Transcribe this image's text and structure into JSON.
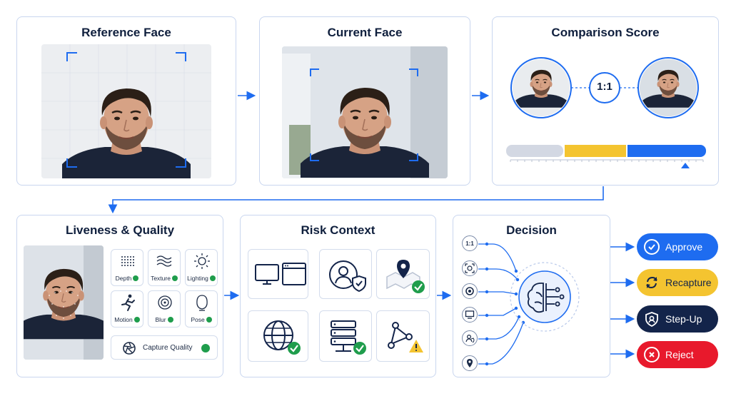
{
  "panels": {
    "reference": {
      "title": "Reference Face"
    },
    "current": {
      "title": "Current Face"
    },
    "comparison": {
      "title": "Comparison Score",
      "match_label": "1:1"
    },
    "liveness": {
      "title": "Liveness & Quality",
      "checks": [
        {
          "label": "Depth",
          "icon": "depth-dots-icon",
          "status": "pass"
        },
        {
          "label": "Texture",
          "icon": "texture-waves-icon",
          "status": "pass"
        },
        {
          "label": "Lighting",
          "icon": "sun-icon",
          "status": "pass"
        },
        {
          "label": "Motion",
          "icon": "running-person-icon",
          "status": "pass"
        },
        {
          "label": "Blur",
          "icon": "blur-focus-icon",
          "status": "pass"
        },
        {
          "label": "Pose",
          "icon": "head-pose-icon",
          "status": "pass"
        }
      ],
      "capture_quality_label": "Capture Quality",
      "capture_quality_status": "good"
    },
    "risk": {
      "title": "Risk Context",
      "tiles": [
        {
          "icon": "devices-icon",
          "status": "none"
        },
        {
          "icon": "user-shield-icon",
          "status": "none"
        },
        {
          "icon": "map-location-icon",
          "status": "pass"
        },
        {
          "icon": "globe-icon",
          "status": "pass"
        },
        {
          "icon": "server-icon",
          "status": "pass"
        },
        {
          "icon": "network-graph-icon",
          "status": "warning"
        }
      ]
    },
    "decision": {
      "title": "Decision",
      "inputs": [
        {
          "label": "1:1",
          "icon": "match-icon"
        },
        {
          "label": "",
          "icon": "face-scan-icon"
        },
        {
          "label": "",
          "icon": "camera-aperture-icon"
        },
        {
          "label": "",
          "icon": "monitor-icon"
        },
        {
          "label": "",
          "icon": "user-shield-icon"
        },
        {
          "label": "",
          "icon": "location-pin-icon"
        }
      ],
      "engine_icon": "ai-brain-icon"
    }
  },
  "outcomes": [
    {
      "label": "Approve",
      "icon": "check-circle-icon",
      "color": "#1e6cf0"
    },
    {
      "label": "Recapture",
      "icon": "refresh-icon",
      "color": "#f4c430"
    },
    {
      "label": "Step-Up",
      "icon": "shield-user-icon",
      "color": "#13244a"
    },
    {
      "label": "Reject",
      "icon": "x-circle-icon",
      "color": "#e8192c"
    }
  ],
  "score_bar": {
    "segments": [
      "low",
      "medium",
      "high"
    ],
    "colors": [
      "#d3d8e3",
      "#f4c430",
      "#1e6cf0"
    ],
    "marker_fraction": 0.88
  },
  "colors": {
    "accent": "#1e6cf0",
    "panel_border": "#c9d6ef",
    "pass": "#1f9d4c",
    "warning": "#f4c430"
  }
}
